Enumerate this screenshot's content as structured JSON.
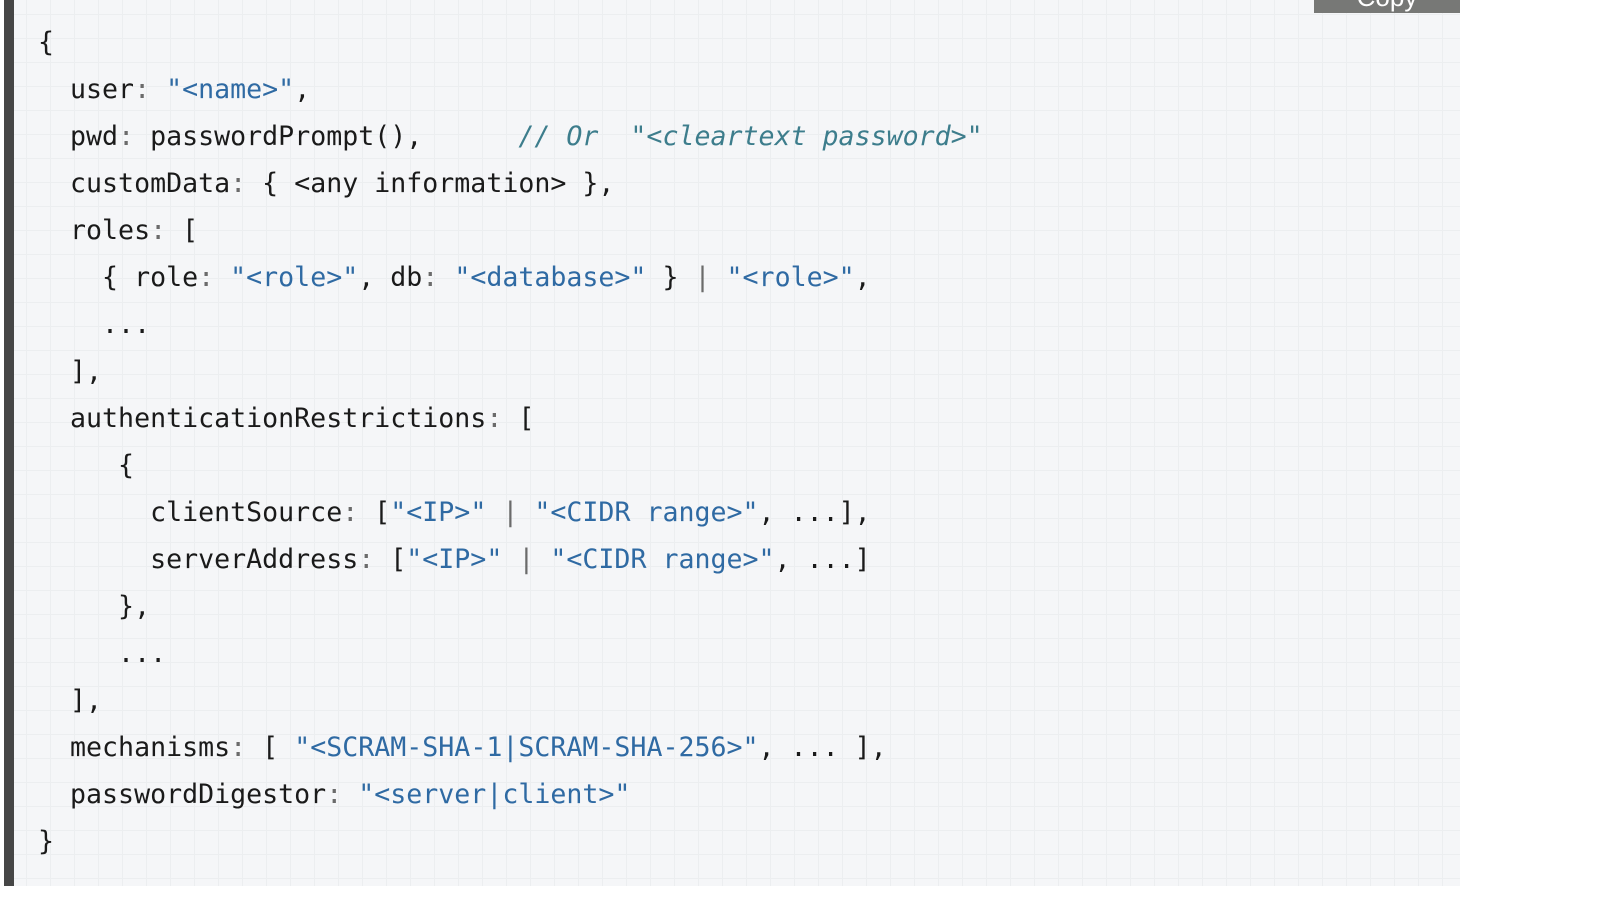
{
  "copy_button": {
    "label": "Copy"
  },
  "colors": {
    "string": "#2f6aa3",
    "comment": "#3d7d8c",
    "key": "#1a1a1a",
    "punct": "#6b6b6b"
  },
  "code_lines": [
    [
      [
        "k",
        "{"
      ]
    ],
    [
      [
        "k",
        "  user"
      ],
      [
        "p",
        ": "
      ],
      [
        "s",
        "\"<name>\""
      ],
      [
        "k",
        ","
      ]
    ],
    [
      [
        "k",
        "  pwd"
      ],
      [
        "p",
        ": "
      ],
      [
        "k",
        "passwordPrompt(),      "
      ],
      [
        "c",
        "// Or  \"<cleartext password>\""
      ]
    ],
    [
      [
        "k",
        "  customData"
      ],
      [
        "p",
        ": "
      ],
      [
        "k",
        "{ <any information> },"
      ]
    ],
    [
      [
        "k",
        "  roles"
      ],
      [
        "p",
        ": "
      ],
      [
        "k",
        "["
      ]
    ],
    [
      [
        "k",
        "    { role"
      ],
      [
        "p",
        ": "
      ],
      [
        "s",
        "\"<role>\""
      ],
      [
        "k",
        ", db"
      ],
      [
        "p",
        ": "
      ],
      [
        "s",
        "\"<database>\""
      ],
      [
        "k",
        " } "
      ],
      [
        "p",
        "|"
      ],
      [
        "k",
        " "
      ],
      [
        "s",
        "\"<role>\""
      ],
      [
        "k",
        ","
      ]
    ],
    [
      [
        "k",
        "    ..."
      ]
    ],
    [
      [
        "k",
        "  ],"
      ]
    ],
    [
      [
        "k",
        "  authenticationRestrictions"
      ],
      [
        "p",
        ": "
      ],
      [
        "k",
        "["
      ]
    ],
    [
      [
        "k",
        "     {"
      ]
    ],
    [
      [
        "k",
        "       clientSource"
      ],
      [
        "p",
        ": "
      ],
      [
        "k",
        "["
      ],
      [
        "s",
        "\"<IP>\""
      ],
      [
        "k",
        " "
      ],
      [
        "p",
        "|"
      ],
      [
        "k",
        " "
      ],
      [
        "s",
        "\"<CIDR range>\""
      ],
      [
        "k",
        ", ...],"
      ]
    ],
    [
      [
        "k",
        "       serverAddress"
      ],
      [
        "p",
        ": "
      ],
      [
        "k",
        "["
      ],
      [
        "s",
        "\"<IP>\""
      ],
      [
        "k",
        " "
      ],
      [
        "p",
        "|"
      ],
      [
        "k",
        " "
      ],
      [
        "s",
        "\"<CIDR range>\""
      ],
      [
        "k",
        ", ...]"
      ]
    ],
    [
      [
        "k",
        "     },"
      ]
    ],
    [
      [
        "k",
        "     ..."
      ]
    ],
    [
      [
        "k",
        "  ],"
      ]
    ],
    [
      [
        "k",
        "  mechanisms"
      ],
      [
        "p",
        ": "
      ],
      [
        "k",
        "[ "
      ],
      [
        "s",
        "\"<SCRAM-SHA-1|SCRAM-SHA-256>\""
      ],
      [
        "k",
        ", ... ],"
      ]
    ],
    [
      [
        "k",
        "  passwordDigestor"
      ],
      [
        "p",
        ": "
      ],
      [
        "s",
        "\"<server|client>\""
      ]
    ],
    [
      [
        "k",
        "}"
      ]
    ]
  ]
}
